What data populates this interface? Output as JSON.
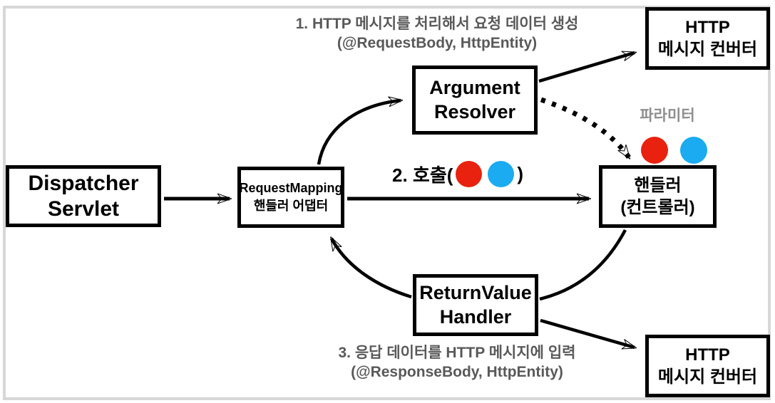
{
  "nodes": {
    "dispatcher_servlet": {
      "line1": "Dispatcher",
      "line2": "Servlet"
    },
    "request_mapping_adapter": {
      "line1": "RequestMapping",
      "line2": "핸들러 어댑터"
    },
    "argument_resolver": {
      "line1": "Argument",
      "line2": "Resolver"
    },
    "handler_controller": {
      "line1": "핸들러",
      "line2": "(컨트롤러)"
    },
    "http_converter_top": {
      "line1": "HTTP",
      "line2": "메시지 컨버터"
    },
    "return_value_handler": {
      "line1": "ReturnValue",
      "line2": "Handler"
    },
    "http_converter_bottom": {
      "line1": "HTTP",
      "line2": "메시지 컨버터"
    }
  },
  "annotations": {
    "step1": {
      "line1": "1. HTTP 메시지를 처리해서 요청 데이터 생성",
      "line2": "(@RequestBody, HttpEntity)"
    },
    "step2": {
      "prefix": "2. 호출(",
      "suffix": ")"
    },
    "step3": {
      "line1": "3. 응답 데이터를 HTTP 메시지에 입력",
      "line2": "(@ResponseBody, HttpEntity)"
    },
    "parameter_label": "파라미터"
  },
  "colors": {
    "param_red": "#e8220e",
    "param_blue": "#1aabf0",
    "annotation_gray": "#595959",
    "param_label_gray": "#8e8e8e",
    "line_black": "#000000",
    "frame_gray": "#d7d7d7"
  }
}
